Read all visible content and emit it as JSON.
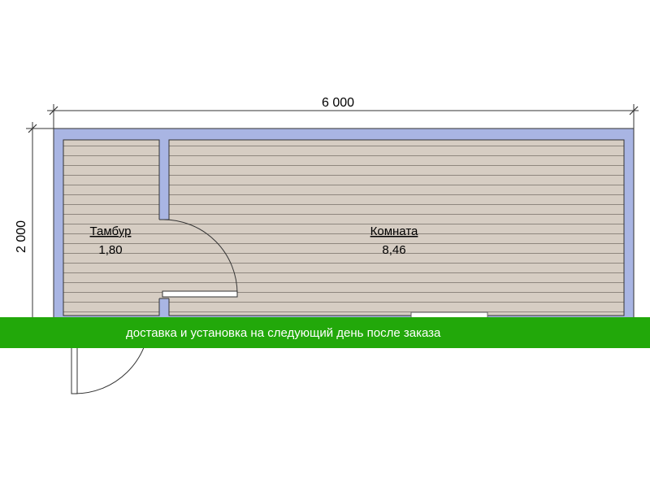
{
  "dimensions": {
    "width_label": "6 000",
    "height_label": "2 000"
  },
  "rooms": [
    {
      "name": "Тамбур",
      "area": "1,80"
    },
    {
      "name": "Комната",
      "area": "8,46"
    }
  ],
  "banner": {
    "text": "доставка и установка на следующий день после заказа"
  },
  "colors": {
    "wall": "#a9b5e3",
    "floor": "#d6cdc3",
    "floor_lines": "#8f877f",
    "banner": "#22a80a"
  }
}
